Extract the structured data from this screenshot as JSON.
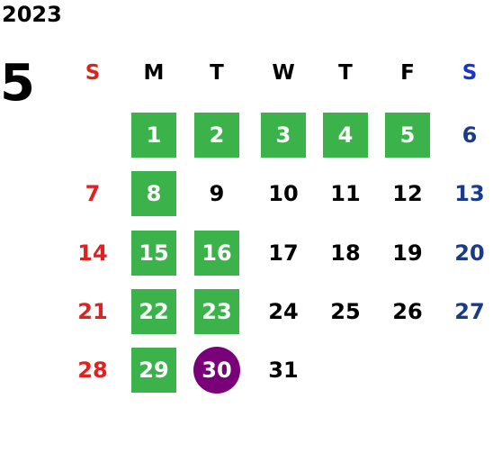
{
  "calendar": {
    "year": "2023",
    "month": "5",
    "weekdays": [
      "S",
      "M",
      "T",
      "W",
      "T",
      "F",
      "S"
    ],
    "days": [
      {
        "day": "1",
        "col": 1,
        "row": 0,
        "style": "green"
      },
      {
        "day": "2",
        "col": 2,
        "row": 0,
        "style": "green"
      },
      {
        "day": "3",
        "col": 3,
        "row": 0,
        "style": "green"
      },
      {
        "day": "4",
        "col": 4,
        "row": 0,
        "style": "green"
      },
      {
        "day": "5",
        "col": 5,
        "row": 0,
        "style": "green"
      },
      {
        "day": "6",
        "col": 6,
        "row": 0,
        "style": "sat"
      },
      {
        "day": "7",
        "col": 0,
        "row": 1,
        "style": "sun"
      },
      {
        "day": "8",
        "col": 1,
        "row": 1,
        "style": "green"
      },
      {
        "day": "9",
        "col": 2,
        "row": 1,
        "style": "normal"
      },
      {
        "day": "10",
        "col": 3,
        "row": 1,
        "style": "normal"
      },
      {
        "day": "11",
        "col": 4,
        "row": 1,
        "style": "normal"
      },
      {
        "day": "12",
        "col": 5,
        "row": 1,
        "style": "normal"
      },
      {
        "day": "13",
        "col": 6,
        "row": 1,
        "style": "sat"
      },
      {
        "day": "14",
        "col": 0,
        "row": 2,
        "style": "sun"
      },
      {
        "day": "15",
        "col": 1,
        "row": 2,
        "style": "green"
      },
      {
        "day": "16",
        "col": 2,
        "row": 2,
        "style": "green"
      },
      {
        "day": "17",
        "col": 3,
        "row": 2,
        "style": "normal"
      },
      {
        "day": "18",
        "col": 4,
        "row": 2,
        "style": "normal"
      },
      {
        "day": "19",
        "col": 5,
        "row": 2,
        "style": "normal"
      },
      {
        "day": "20",
        "col": 6,
        "row": 2,
        "style": "sat"
      },
      {
        "day": "21",
        "col": 0,
        "row": 3,
        "style": "sun"
      },
      {
        "day": "22",
        "col": 1,
        "row": 3,
        "style": "green"
      },
      {
        "day": "23",
        "col": 2,
        "row": 3,
        "style": "green"
      },
      {
        "day": "24",
        "col": 3,
        "row": 3,
        "style": "normal"
      },
      {
        "day": "25",
        "col": 4,
        "row": 3,
        "style": "normal"
      },
      {
        "day": "26",
        "col": 5,
        "row": 3,
        "style": "normal"
      },
      {
        "day": "27",
        "col": 6,
        "row": 3,
        "style": "sat"
      },
      {
        "day": "28",
        "col": 0,
        "row": 4,
        "style": "sun"
      },
      {
        "day": "29",
        "col": 1,
        "row": 4,
        "style": "green"
      },
      {
        "day": "30",
        "col": 2,
        "row": 4,
        "style": "purple"
      },
      {
        "day": "31",
        "col": 3,
        "row": 4,
        "style": "normal"
      }
    ]
  },
  "colors": {
    "highlight_green": "#3cb34a",
    "today_purple": "#7a007a",
    "sunday_red": "#dd2222",
    "saturday_blue": "#1a3a8a"
  }
}
